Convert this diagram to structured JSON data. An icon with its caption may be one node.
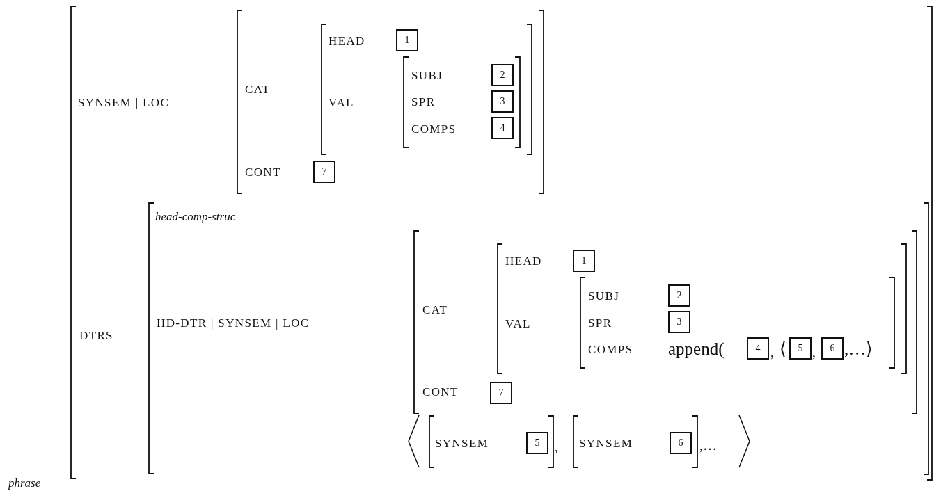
{
  "diagram": {
    "nodes": [
      {
        "text": [
          "1"
        ]
      },
      {
        "text": [
          "2"
        ]
      },
      {
        "text": [
          "3"
        ]
      },
      {
        "text": [
          "4"
        ]
      },
      {
        "text": [
          "7"
        ]
      },
      {
        "text": [
          "1"
        ]
      },
      {
        "text": [
          "2"
        ]
      },
      {
        "text": [
          "3"
        ]
      },
      {
        "text": [
          "4"
        ]
      },
      {
        "text": [
          "5"
        ]
      },
      {
        "text": [
          "6"
        ]
      },
      {
        "text": [
          "7"
        ]
      },
      {
        "text": [
          "5"
        ]
      },
      {
        "text": [
          "6"
        ]
      }
    ],
    "edges": [],
    "labels": [
      "SYNSEM | LOC",
      "CAT",
      "HEAD",
      "VAL",
      "SUBJ",
      "SPR",
      "COMPS",
      "CONT",
      "head-comp-struc",
      "DTRS",
      "HD-DTR | SYNSEM | LOC",
      "CAT",
      "HEAD",
      "VAL",
      "SUBJ",
      "SPR",
      "COMPS",
      "append(",
      ",",
      "⟨",
      ",",
      ",…⟩",
      "CONT",
      "SYNSEM",
      ",",
      "SYNSEM",
      ",…",
      "phrase"
    ]
  }
}
